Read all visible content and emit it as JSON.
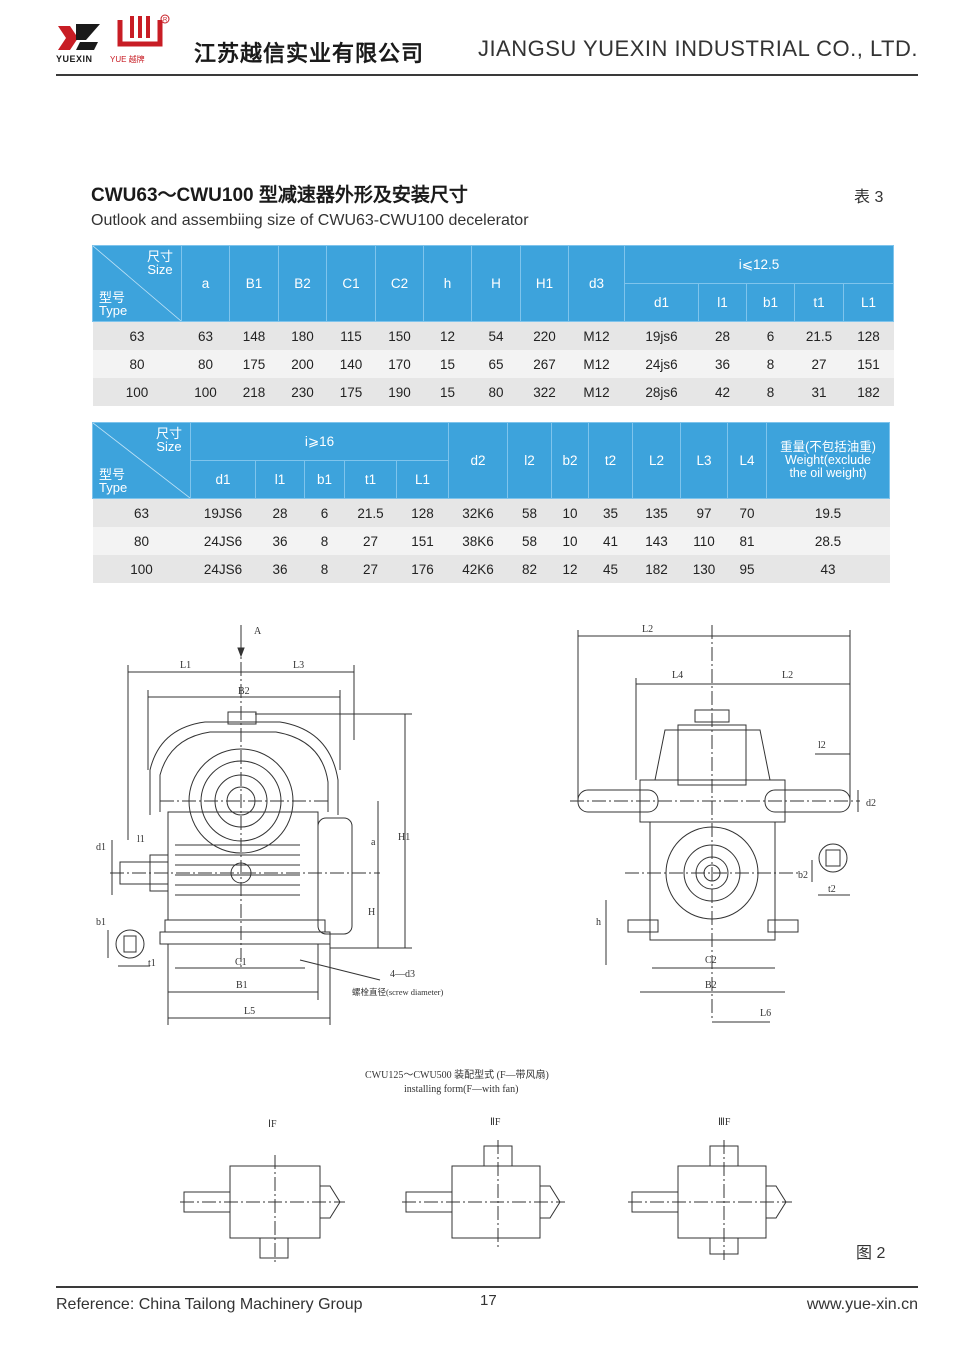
{
  "header": {
    "logo_left_text": "YUEXIN",
    "logo_right_text": "YUE 越牌",
    "company_cn": "江苏越信实业有限公司",
    "company_en": "JIANGSU YUEXIN INDUSTRIAL CO., LTD."
  },
  "title": {
    "cn": "CWU63～CWU100 型减速器外形及安装尺寸",
    "en": "Outlook and assembiing size of CWU63-CWU100 decelerator",
    "table_no": "表 3"
  },
  "table1": {
    "corner_size": [
      "尺寸",
      "Size"
    ],
    "corner_type": [
      "型号",
      "Type"
    ],
    "cols": [
      "a",
      "B1",
      "B2",
      "C1",
      "C2",
      "h",
      "H",
      "H1",
      "d3"
    ],
    "group_label": "i⩽12.5",
    "group_cols": [
      "d1",
      "l1",
      "b1",
      "t1",
      "L1"
    ],
    "rows": [
      [
        "63",
        "63",
        "148",
        "180",
        "115",
        "150",
        "12",
        "54",
        "220",
        "M12",
        "19js6",
        "28",
        "6",
        "21.5",
        "128"
      ],
      [
        "80",
        "80",
        "175",
        "200",
        "140",
        "170",
        "15",
        "65",
        "267",
        "M12",
        "24js6",
        "36",
        "8",
        "27",
        "151"
      ],
      [
        "100",
        "100",
        "218",
        "230",
        "175",
        "190",
        "15",
        "80",
        "322",
        "M12",
        "28js6",
        "42",
        "8",
        "31",
        "182"
      ]
    ]
  },
  "table2": {
    "corner_size": [
      "尺寸",
      "Size"
    ],
    "corner_type": [
      "型号",
      "Type"
    ],
    "group_label": "i⩾16",
    "group_cols": [
      "d1",
      "l1",
      "b1",
      "t1",
      "L1"
    ],
    "cols": [
      "d2",
      "l2",
      "b2",
      "t2",
      "L2",
      "L3",
      "L4"
    ],
    "weight_head": [
      "重量(不包括油重)",
      "Weight(exclude",
      "the oil weight)"
    ],
    "rows": [
      [
        "63",
        "19JS6",
        "28",
        "6",
        "21.5",
        "128",
        "32K6",
        "58",
        "10",
        "35",
        "135",
        "97",
        "70",
        "19.5"
      ],
      [
        "80",
        "24JS6",
        "36",
        "8",
        "27",
        "151",
        "38K6",
        "58",
        "10",
        "41",
        "143",
        "110",
        "81",
        "28.5"
      ],
      [
        "100",
        "24JS6",
        "36",
        "8",
        "27",
        "176",
        "42K6",
        "82",
        "12",
        "45",
        "182",
        "130",
        "95",
        "43"
      ]
    ]
  },
  "drawing": {
    "labels_front": {
      "A": "A",
      "L1": "L1",
      "L3": "L3",
      "B2": "B2",
      "a": "a",
      "H1": "H1",
      "H": "H",
      "d1": "d1",
      "l1": "l1",
      "b1": "b1",
      "t1": "t1",
      "C1": "C1",
      "B1": "B1",
      "L5": "L5",
      "bolt": "4—d3",
      "bolt_note": "螺栓直径(screw  diameter)"
    },
    "labels_side": {
      "L2_top": "L2",
      "L4": "L4",
      "L2": "L2",
      "l2": "l2",
      "d2": "d2",
      "b2": "b2",
      "t2": "t2",
      "h": "h",
      "C2": "C2",
      "B2": "B2",
      "L6": "L6"
    },
    "install_title_1": "CWU125～CWU500    装配型式 (F—带风扇)",
    "install_title_2": "installing  form(F—with  fan)",
    "forms": [
      "ⅠF",
      "ⅡF",
      "ⅢF"
    ],
    "figure_no": "图 2"
  },
  "footer": {
    "reference": "Reference:  China Tailong Machinery Group",
    "page": "17",
    "website": "www.yue-xin.cn"
  },
  "colors": {
    "table_header": "#3da3dc",
    "brand_red": "#c81d25"
  }
}
